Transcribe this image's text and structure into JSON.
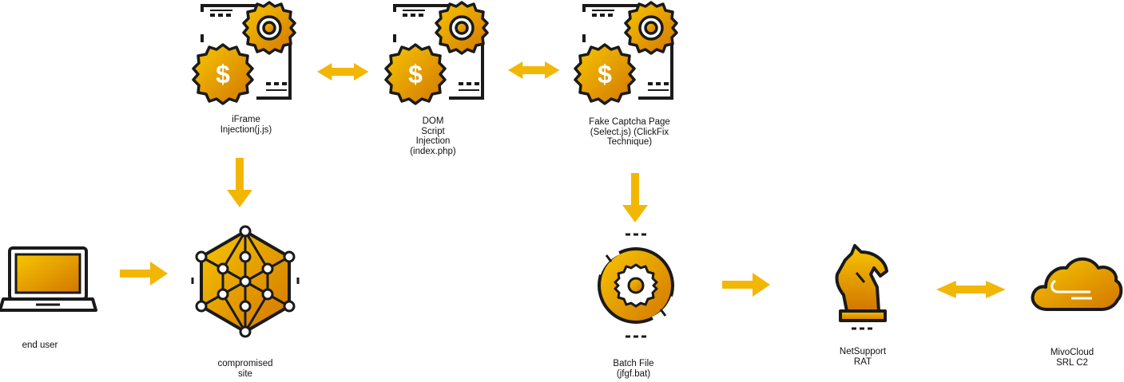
{
  "colors": {
    "accent": "#F2B705",
    "grad_light": "#F6C000",
    "grad_dark": "#D87E00",
    "stroke": "#1A1A1A"
  },
  "nodes": {
    "iframe": {
      "icon": "gears-dollar-document-icon",
      "lines": [
        "iFrame",
        "Injection(j.js)"
      ]
    },
    "dom": {
      "icon": "gears-dollar-document-icon",
      "lines": [
        "DOM",
        "Script",
        "Injection",
        "(index.php)"
      ]
    },
    "captcha": {
      "icon": "gears-dollar-document-icon",
      "lines": [
        "Fake Captcha Page",
        "(Select.js)  (ClickFix",
        "Technique)"
      ]
    },
    "end_user": {
      "icon": "laptop-icon",
      "lines": [
        "end user"
      ]
    },
    "site": {
      "icon": "hexagon-network-icon",
      "lines": [
        "compromised",
        "site"
      ]
    },
    "batch": {
      "icon": "gear-cycle-icon",
      "lines": [
        "Batch File",
        "(jfgf.bat)"
      ]
    },
    "rat": {
      "icon": "chess-knight-icon",
      "lines": [
        "NetSupport",
        "RAT"
      ]
    },
    "mivocloud": {
      "icon": "cloud-icon",
      "lines": [
        "MivoCloud",
        "SRL C2"
      ]
    }
  },
  "edges": [
    {
      "from": "iframe",
      "to": "dom",
      "type": "bidirectional"
    },
    {
      "from": "dom",
      "to": "captcha",
      "type": "bidirectional"
    },
    {
      "from": "iframe",
      "to": "site",
      "type": "down"
    },
    {
      "from": "end_user",
      "to": "site",
      "type": "right"
    },
    {
      "from": "captcha",
      "to": "batch",
      "type": "down"
    },
    {
      "from": "batch",
      "to": "rat",
      "type": "right"
    },
    {
      "from": "rat",
      "to": "mivocloud",
      "type": "bidirectional"
    }
  ]
}
